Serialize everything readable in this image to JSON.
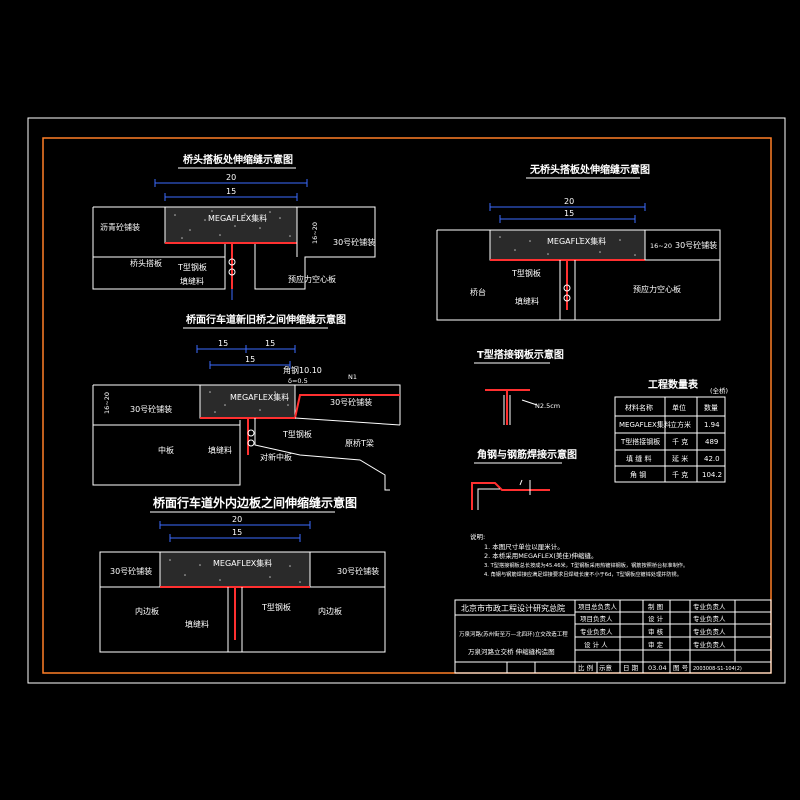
{
  "colors": {
    "background": "#000000",
    "frame_outer": "#ffffff",
    "frame_inner": "#ff7f27",
    "dimension": "#3c6cff",
    "section": "#ffffff",
    "steel": "#ff3030"
  },
  "diagrams": {
    "d1": {
      "title": "桥头搭板处伸缩缝示意图",
      "dim_top": "20",
      "dim_mid": "15",
      "material": "MEGAFLEX集料",
      "labels": {
        "asphalt": "沥青砼铺装",
        "slab": "桥头搭板",
        "filler": "填缝料",
        "plate": "T型钢板",
        "hollow": "预应力空心板",
        "paving": "30号砼铺装"
      },
      "side_dim": "16~20"
    },
    "d2": {
      "title": "无桥头搭板处伸缩缝示意图",
      "dim_top": "20",
      "dim_mid": "15",
      "material": "MEGAFLEX集料",
      "labels": {
        "plate": "T型钢板",
        "platform": "桥台",
        "filler": "填缝料",
        "hollow": "预应力空心板",
        "paving": "30号砼铺装"
      },
      "side_dim": "16~20"
    },
    "d3": {
      "title": "桥面行车道新旧桥之间伸缩缝示意图",
      "dim_a": "15",
      "dim_b": "15",
      "dim_c": "15",
      "material": "MEGAFLEX集料",
      "labels": {
        "angle": "角钢10.10",
        "thickness": "δ=0.5",
        "n1": "N1",
        "paving_l": "30号砼铺装",
        "paving_r": "30号砼铺装",
        "plate": "T型钢板",
        "center": "中板",
        "filler": "填缝料",
        "old_t": "原桥T梁",
        "old_slab": "对新中板"
      },
      "side_dim": "16~20"
    },
    "d4": {
      "title": "桥面行车道外内边板之间伸缩缝示意图",
      "dim_top": "20",
      "dim_mid": "15",
      "material": "MEGAFLEX集料",
      "labels": {
        "paving_l": "30号砼铺装",
        "paving_r": "30号砼铺装",
        "edge_l": "内边板",
        "edge_r": "内边板",
        "filler": "填缝料",
        "plate": "T型钢板"
      }
    },
    "d5": {
      "title": "T型搭接钢板示意图",
      "label": "N2.5cm"
    },
    "d6": {
      "title": "角钢与钢筋焊接示意图"
    }
  },
  "quantity_table": {
    "title": "工程数量表",
    "unit_note": "(全桥)",
    "headers": [
      "材料名称",
      "单位",
      "数量"
    ],
    "rows": [
      [
        "MEGAFLEX集料",
        "立方米",
        "1.94"
      ],
      [
        "T型搭接钢板",
        "千 克",
        "489"
      ],
      [
        "填 缝 料",
        "延 米",
        "42.0"
      ],
      [
        "角 钢",
        "千 克",
        "104.2"
      ]
    ]
  },
  "notes": {
    "heading": "说明:",
    "items": [
      "1. 本图尺寸单位以厘米计。",
      "2. 本桥采用MEGAFLEX(美佳)伸缩缝。",
      "3. T型搭接钢板总长按成为45.46米，T型钢板采用热镀锌钢板，钢筋按照桥台标准制作。",
      "4. 角钢与钢筋焊接应满足焊接要求且焊缝长度不小于6d，T型钢板应镀锌处理并防锈。"
    ]
  },
  "title_block": {
    "institute": "北京市市政工程设计研究总院",
    "project_line1": "万泉河路(苏州街至万—北四环)立交改造工程",
    "project_line2": "万泉河路立交桥 伸缩缝构造图",
    "rows": [
      [
        "项目总负责人",
        "",
        "制 图",
        "",
        "专业负责人",
        ""
      ],
      [
        "项目负责人",
        "",
        "设 计",
        "",
        "专业负责人",
        ""
      ],
      [
        "专业负责人",
        "",
        "审 核",
        "",
        "专业负责人",
        ""
      ],
      [
        "设 计 人",
        "",
        "审 定",
        "",
        "专业负责人",
        ""
      ]
    ],
    "bottom": {
      "scale_label": "比 例",
      "scale": "示意",
      "date_label": "日 期",
      "date": "03.04",
      "drawing_label": "图 号",
      "drawing_no": "2003008-S1-104(2)"
    }
  }
}
